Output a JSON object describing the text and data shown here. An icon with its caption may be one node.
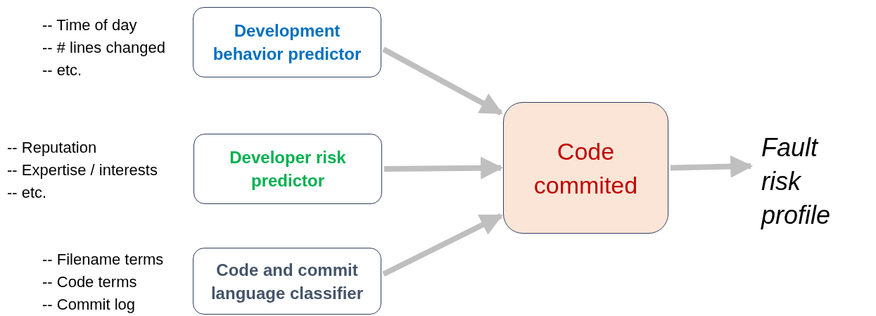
{
  "diagram": {
    "nodes": [
      {
        "text": [
          "Development behavior predictor"
        ],
        "beside": [
          "-- Time of day",
          "-- # lines changed",
          "-- etc."
        ]
      },
      {
        "text": [
          "Developer risk predictor"
        ],
        "beside": [
          "-- Reputation",
          "-- Expertise / interests",
          "-- etc."
        ]
      },
      {
        "text": [
          "Code and commit language classifier"
        ],
        "beside": [
          "-- Filename terms",
          "-- Code terms",
          "-- Commit log"
        ]
      },
      {
        "text": [
          "Code commited"
        ]
      },
      {
        "text": [
          "Fault risk profile"
        ]
      }
    ],
    "edges": [
      {
        "from": 0,
        "to": 3,
        "arrow": "to"
      },
      {
        "from": 1,
        "to": 3,
        "arrow": "to"
      },
      {
        "from": 2,
        "to": 3,
        "arrow": "to"
      },
      {
        "from": 3,
        "to": 4,
        "arrow": "to"
      }
    ]
  }
}
